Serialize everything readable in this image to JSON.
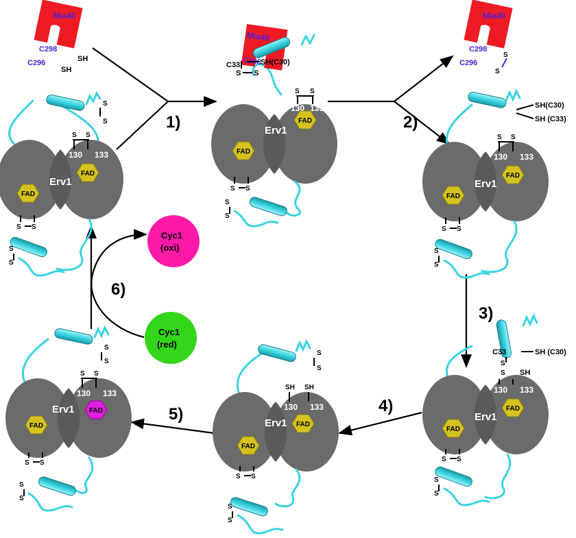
{
  "colors": {
    "erv1_body": "#6b6b6b",
    "fad": "#d4c21e",
    "fad_reduced": "#e020e0",
    "mia40": "#ee1b24",
    "helix": "#3ad3e0",
    "cyc1_oxi": "#ff1aa8",
    "cyc1_red": "#33d61a"
  },
  "labels": {
    "erv1": "Erv1",
    "fad": "FAD",
    "c130": "130",
    "c133": "133",
    "s": "S",
    "sh": "SH",
    "mia40": "Mia40",
    "c298": "C298",
    "c296": "C296",
    "sh_c30": "SH(C30)",
    "sh_c30_space": "SH (C30)",
    "sh_c33": "SH (C33)",
    "c33": "C33",
    "cyc1": "Cyc1",
    "oxi": "(oxi)",
    "red": "(red)"
  },
  "steps": [
    "1)",
    "2)",
    "3)",
    "4)",
    "5)",
    "6)"
  ]
}
